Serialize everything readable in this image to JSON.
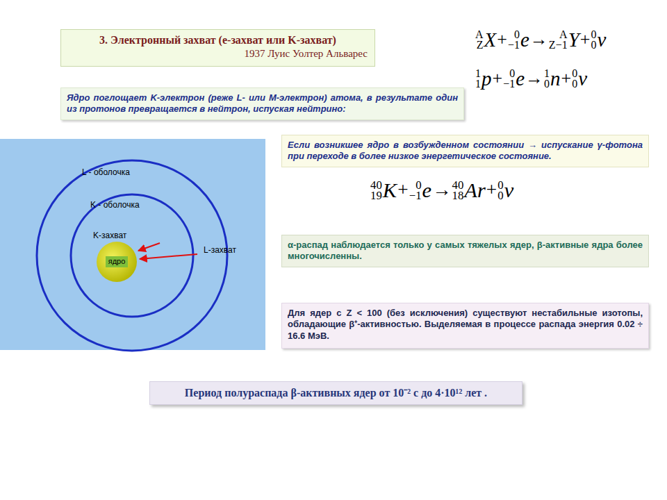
{
  "diagram": {
    "nodes": [
      {
        "text": [
          "3. Электронный захват (e-захват или K-захват)",
          "1937 Луис Уолтер Альварес"
        ]
      },
      {
        "text": [
          "Ядро поглощает K-электрон (реже L- или M-электрон) атома, в результате один из протонов превращается в нейтрон, испуская нейтрино:"
        ]
      },
      {
        "text": [
          "ядро"
        ]
      },
      {
        "text": [
          "Если возникшее ядро в возбужденном состоянии → испускание γ-фотона при переходе в более низкое энергетическое состояние."
        ]
      },
      {
        "text": [
          "α-распад наблюдается только у самых тяжелых ядер, β-активные ядра более многочисленны."
        ]
      },
      {
        "text": [
          "Для ядер с Z < 100 (без исключения) существуют нестабильные изотопы, обладающие β⁺-активностью. Выделяемая в процессе распада энергия 0.02 ÷ 16.6 МэВ."
        ]
      },
      {
        "text": [
          "Период полураспада β-активных ядер от 10⁻² с до 4·10¹² лет ."
        ]
      }
    ],
    "labels": [
      "A",
      "Z",
      "X",
      "+",
      "0",
      "−1",
      "e",
      "→",
      "A",
      "Z−1",
      "Y",
      "+",
      "0",
      "0",
      "ν",
      "1",
      "1",
      "p",
      "+",
      "0",
      "−1",
      "e",
      "→",
      "1",
      "0",
      "n",
      "+",
      "0",
      "0",
      "ν",
      "L - оболочка",
      "K - оболочка",
      "K-захват",
      "L-захват",
      "40",
      "19",
      "K",
      "+",
      "0",
      "−1",
      "e",
      "→",
      "40",
      "18",
      "Ar",
      "+",
      "0",
      "0",
      "ν"
    ]
  }
}
